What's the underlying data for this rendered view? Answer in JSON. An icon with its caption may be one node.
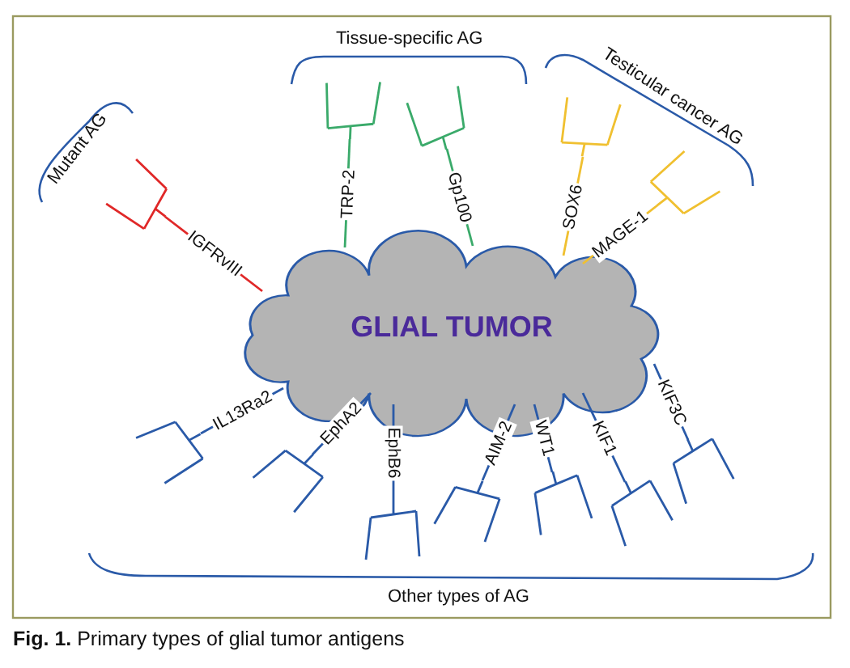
{
  "diagram": {
    "caption": "**Fig. 1.** Primary types of glial tumor antigens",
    "nodes": [
      {
        "text": [
          "GLIAL TUMOR"
        ]
      },
      {
        "text": [],
        "shape": "fork"
      },
      {
        "text": [],
        "shape": "fork"
      },
      {
        "text": [],
        "shape": "fork"
      },
      {
        "text": [],
        "shape": "fork"
      },
      {
        "text": [],
        "shape": "fork"
      },
      {
        "text": [],
        "shape": "fork"
      },
      {
        "text": [],
        "shape": "fork"
      },
      {
        "text": [],
        "shape": "fork"
      },
      {
        "text": [],
        "shape": "fork"
      },
      {
        "text": [],
        "shape": "fork"
      },
      {
        "text": [],
        "shape": "fork"
      },
      {
        "text": [],
        "shape": "fork"
      }
    ],
    "edges": [
      {
        "from": 0,
        "to": 1,
        "arrow": "none",
        "label": "IGFRvIII",
        "color": "#e02828"
      },
      {
        "from": 0,
        "to": 2,
        "arrow": "none",
        "label": "TRP-2",
        "color": "#3aaa6a"
      },
      {
        "from": 0,
        "to": 3,
        "arrow": "none",
        "label": "Gp100",
        "color": "#3aaa6a"
      },
      {
        "from": 0,
        "to": 4,
        "arrow": "none",
        "label": "SOX6",
        "color": "#f0c030"
      },
      {
        "from": 0,
        "to": 5,
        "arrow": "none",
        "label": "MAGE-1",
        "color": "#f0c030"
      },
      {
        "from": 0,
        "to": 6,
        "arrow": "none",
        "label": "IL13Ra2"
      },
      {
        "from": 0,
        "to": 7,
        "arrow": "none",
        "label": "EphA2"
      },
      {
        "from": 0,
        "to": 8,
        "arrow": "none",
        "label": "EphB6"
      },
      {
        "from": 0,
        "to": 9,
        "arrow": "none",
        "label": "AIM-2"
      },
      {
        "from": 0,
        "to": 10,
        "arrow": "none",
        "label": "WT1"
      },
      {
        "from": 0,
        "to": 11,
        "arrow": "none",
        "label": "KIF1"
      },
      {
        "from": 0,
        "to": 12,
        "arrow": "none",
        "label": "KIF3C"
      }
    ],
    "labels": [
      "Mutant AG",
      "Tissue-specific AG",
      "Testicular cancer AG",
      "Other types of AG"
    ]
  }
}
